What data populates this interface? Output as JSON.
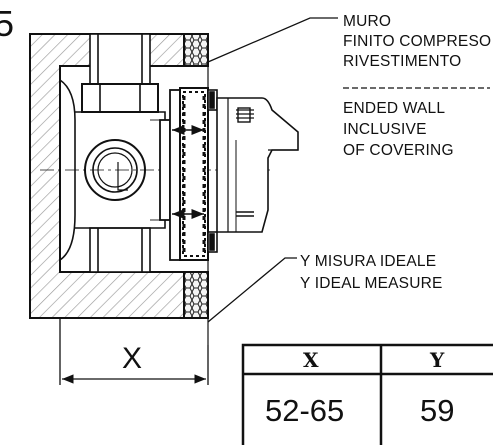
{
  "figure_number": "5",
  "labels": {
    "wall_it_line1": "MURO",
    "wall_it_line2": "FINITO COMPRESO",
    "wall_it_line3": "RIVESTIMENTO",
    "separator": "--------------",
    "wall_en_line1": "ENDED WALL",
    "wall_en_line2": "INCLUSIVE",
    "wall_en_line3": "OF COVERING",
    "y_it": "Y MISURA IDEALE",
    "y_en": "Y IDEAL MEASURE"
  },
  "dimension": {
    "x_label": "X"
  },
  "table": {
    "headers": [
      "X",
      "Y"
    ],
    "values": [
      "52-65",
      "59"
    ]
  },
  "colors": {
    "ink": "#111111",
    "hatch": "#9a9a9a",
    "background": "#ffffff"
  }
}
